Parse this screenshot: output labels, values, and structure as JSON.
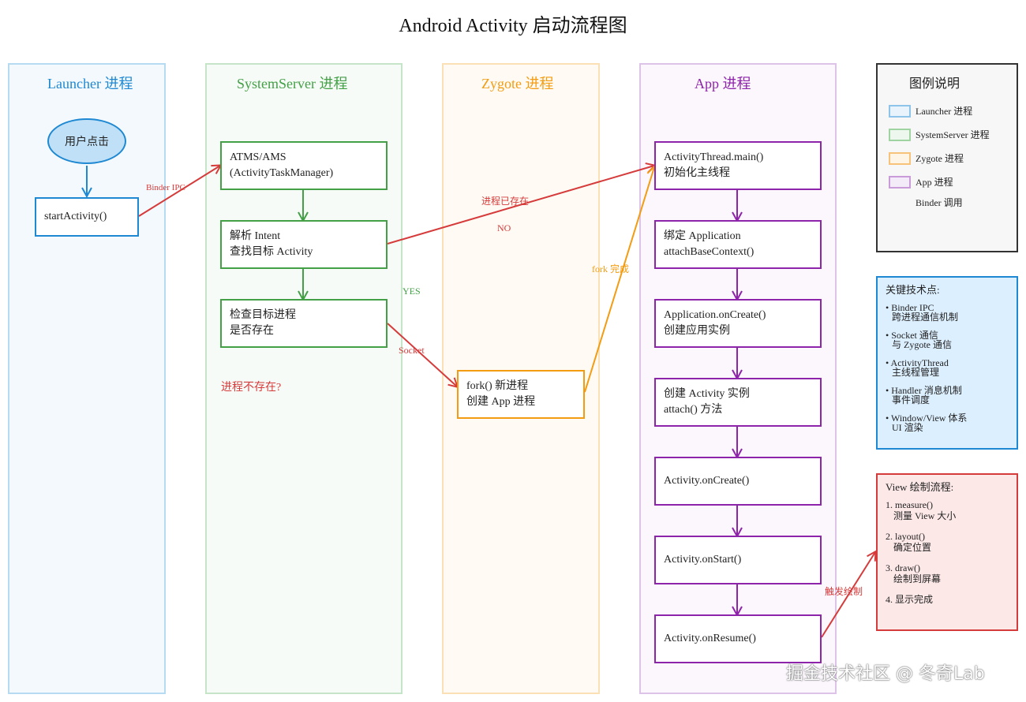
{
  "title": "Android Activity 启动流程图",
  "lanes": {
    "launcher": "Launcher 进程",
    "systemserver": "SystemServer 进程",
    "zygote": "Zygote 进程",
    "app": "App 进程"
  },
  "launcher": {
    "user_click": "用户点击",
    "start_activity": "startActivity()"
  },
  "systemserver": {
    "atms_line1": "ATMS/AMS",
    "atms_line2": "(ActivityTaskManager)",
    "parse_line1": "解析 Intent",
    "parse_line2": "查找目标 Activity",
    "check_line1": "检查目标进程",
    "check_line2": "是否存在",
    "not_exist": "进程不存在?"
  },
  "zygote": {
    "fork_line1": "fork() 新进程",
    "fork_line2": "创建 App 进程"
  },
  "app": {
    "thread_line1": "ActivityThread.main()",
    "thread_line2": "初始化主线程",
    "bind_line1": "绑定 Application",
    "bind_line2": "attachBaseContext()",
    "appcreate_line1": "Application.onCreate()",
    "appcreate_line2": "创建应用实例",
    "createact_line1": "创建 Activity 实例",
    "createact_line2": "attach() 方法",
    "on_create": "Activity.onCreate()",
    "on_start": "Activity.onStart()",
    "on_resume": "Activity.onResume()"
  },
  "edge_labels": {
    "binder_ipc": "Binder IPC",
    "process_exists": "进程已存在",
    "no": "NO",
    "yes": "YES",
    "socket": "Socket",
    "fork_done": "fork 完成",
    "trigger_draw": "触发绘制"
  },
  "legend": {
    "title": "图例说明",
    "items": [
      "Launcher 进程",
      "SystemServer 进程",
      "Zygote 进程",
      "App 进程",
      "Binder 调用"
    ]
  },
  "key_points": {
    "header": "关键技术点:",
    "items": [
      {
        "line1": "• Binder IPC",
        "line2": "跨进程通信机制"
      },
      {
        "line1": "• Socket 通信",
        "line2": "与 Zygote 通信"
      },
      {
        "line1": "• ActivityThread",
        "line2": "主线程管理"
      },
      {
        "line1": "• Handler 消息机制",
        "line2": "事件调度"
      },
      {
        "line1": "• Window/View 体系",
        "line2": "UI 渲染"
      }
    ]
  },
  "view_flow": {
    "header": "View 绘制流程:",
    "items": [
      {
        "line1": "1. measure()",
        "line2": "测量 View 大小"
      },
      {
        "line1": "2. layout()",
        "line2": "确定位置"
      },
      {
        "line1": "3. draw()",
        "line2": "绘制到屏幕"
      },
      {
        "line1": "4. 显示完成",
        "line2": ""
      }
    ]
  },
  "watermark": "掘金技术社区 @ 冬奇Lab",
  "colors": {
    "launcher": "#1e88d2",
    "systemserver": "#43a047",
    "zygote": "#f39c12",
    "app": "#8e24aa",
    "arrow_red": "#d63b3b"
  }
}
